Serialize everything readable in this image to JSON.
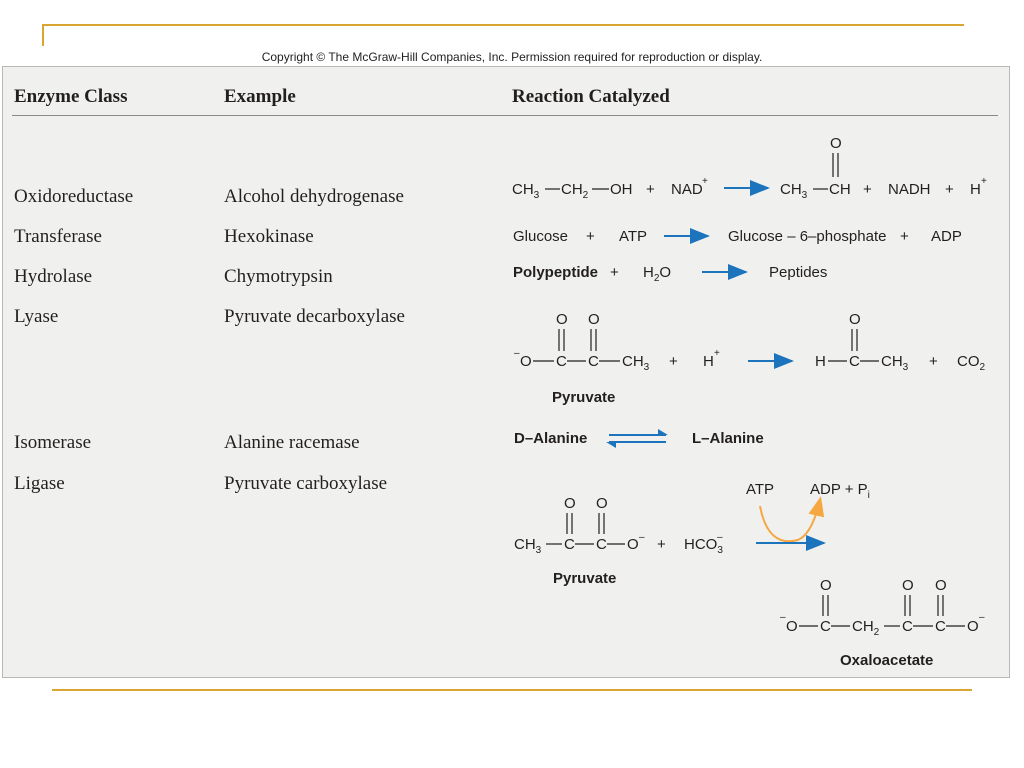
{
  "copyright": "Copyright © The McGraw-Hill Companies, Inc. Permission required for reproduction or display.",
  "headers": {
    "col1": "Enzyme Class",
    "col2": "Example",
    "col3": "Reaction Catalyzed"
  },
  "rows": [
    {
      "class": "Oxidoreductase",
      "example": "Alcohol dehydrogenase"
    },
    {
      "class": "Transferase",
      "example": "Hexokinase"
    },
    {
      "class": "Hydrolase",
      "example": "Chymotrypsin"
    },
    {
      "class": "Lyase",
      "example": "Pyruvate decarboxylase"
    },
    {
      "class": "Isomerase",
      "example": "Alanine racemase"
    },
    {
      "class": "Ligase",
      "example": "Pyruvate carboxylase"
    }
  ],
  "reactions": {
    "oxidoreductase": {
      "ch3": "CH",
      "sub3": "3",
      "ch2": "CH",
      "sub2": "2",
      "oh": "OH",
      "plus": "+",
      "nad": "NAD",
      "sup_plus": "+",
      "ch": "CH",
      "o": "O",
      "nadh": "NADH",
      "h": "H"
    },
    "transferase": {
      "glucose": "Glucose",
      "plus": "+",
      "atp": "ATP",
      "g6p": "Glucose",
      "g6p_suffix": " – 6–phosphate",
      "adp": "ADP"
    },
    "hydrolase": {
      "polypeptide": "Polypeptide",
      "plus": "+",
      "h": "H",
      "sub2": "2",
      "o": "O",
      "peptides": "Peptides"
    },
    "lyase": {
      "neg_o": "O",
      "minus": "–",
      "c": "C",
      "ch3": "CH",
      "sub3": "3",
      "o": "O",
      "plus": "+",
      "h": "H",
      "sup_plus": "+",
      "co": "CO",
      "sub2": "2",
      "pyruvate": "Pyruvate"
    },
    "isomerase": {
      "d_alanine": "D–Alanine",
      "l_alanine": "L–Alanine"
    },
    "ligase": {
      "ch3": "CH",
      "sub3": "3",
      "c": "C",
      "o": "O",
      "minus": "–",
      "plus": "+",
      "hco": "HCO",
      "atp": "ATP",
      "adp_p": "ADP + P",
      "sub_i": "i",
      "pyruvate": "Pyruvate",
      "ch2": "CH",
      "sub2": "2",
      "oxaloacetate": "Oxaloacetate"
    }
  },
  "colors": {
    "arrow": "#1c75bc",
    "atp_arrow": "#f5a742",
    "rule": "#d9a632",
    "panel": "#f0f0ee"
  }
}
